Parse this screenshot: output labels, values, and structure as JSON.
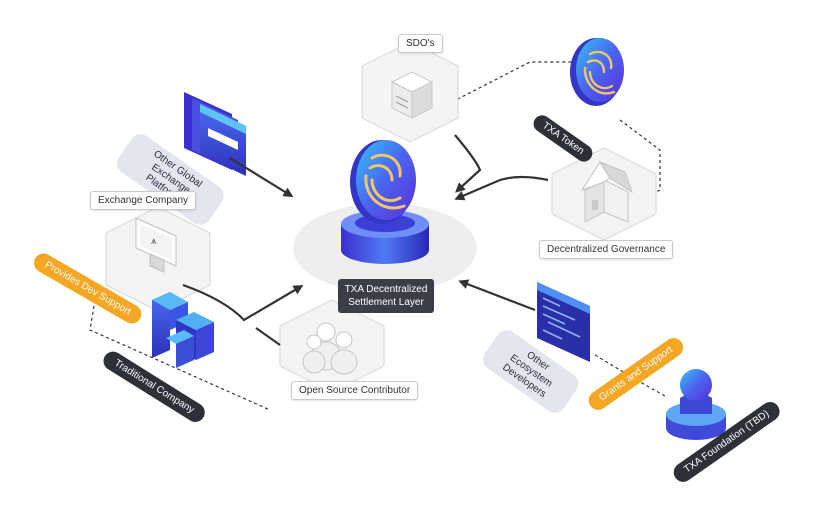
{
  "labels": {
    "sdo": "SDO's",
    "txa_token": "TXA Token",
    "other_global_exchange_platforms": "Other Global Exchange Platforms",
    "exchange_company": "Exchange Company",
    "provides_dev_support": "Provides Dev Support",
    "traditional_company": "Traditional Company",
    "decentralized_settlement_layer": "TXA Decentralized Settlement Layer",
    "decentralized_governance": "Decentralized Governance",
    "open_source_contributor": "Open Source Contributor",
    "other_ecosystem_developers": "Other Ecosystem Developers",
    "grants_and_support": "Grants and Support",
    "txa_foundation": "TXA Foundation (TBD)"
  },
  "colors": {
    "brand_blue": "#3b3fe0",
    "brand_cyan": "#35b6f3",
    "accent_orange": "#f5a623",
    "dark_label": "#3a3f47",
    "arrow": "#333333"
  },
  "icons": [
    "txa-coin-icon",
    "server-icon",
    "house-icon",
    "monitor-icon",
    "building-block-icon",
    "people-icon",
    "browser-window-icon",
    "code-window-icon",
    "foundation-figure-icon"
  ]
}
